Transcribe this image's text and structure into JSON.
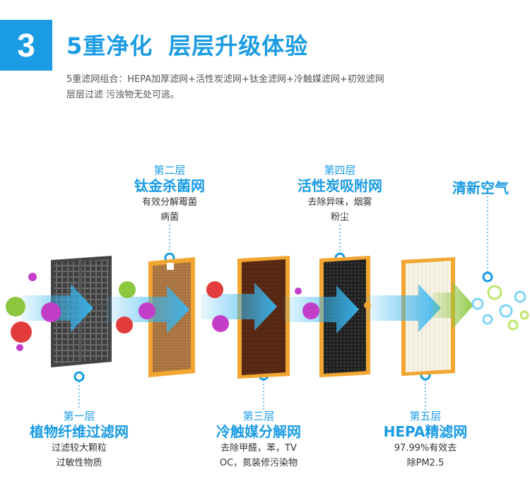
{
  "section": {
    "number": "3",
    "title_part1": "5重净化",
    "title_part2": "层层升级体验",
    "desc_line1": "5重滤网组合：HEPA加厚滤网+活性炭滤网+钛金滤网+冷触媒滤网+初效滤网",
    "desc_line2": "层层过滤 污浊物无处可逃。"
  },
  "layers": [
    {
      "order": "第一层",
      "name": "植物纤维过滤网",
      "desc1": "过滤较大颗粒",
      "desc2": "过敏性物质"
    },
    {
      "order": "第二层",
      "name": "钛金杀菌网",
      "desc1": "有效分解霉菌",
      "desc2": "病菌"
    },
    {
      "order": "第三层",
      "name": "冷触媒分解网",
      "desc1": "去除甲醛，苯，TV",
      "desc2": "OC，氮装修污染物"
    },
    {
      "order": "第四层",
      "name": "活性炭吸附网",
      "desc1": "去除异味，烟雾",
      "desc2": "粉尘"
    },
    {
      "order": "第五层",
      "name": "HEPA精滤网",
      "desc1": "97.99%有效去",
      "desc2": "除PM2.5"
    }
  ],
  "fresh_air": "清新空气",
  "colors": {
    "accent": "#1a9be4",
    "frame_orange": "#f2a530",
    "filter_gray": "#5c5c5c",
    "titanium": "#b07a45",
    "catalyst": "#5a2a14",
    "carbon": "#2a2a2a",
    "hepa": "#f5f0e0",
    "arrow_blue": "#39b6f0",
    "arrow_green": "#8cc63f"
  }
}
